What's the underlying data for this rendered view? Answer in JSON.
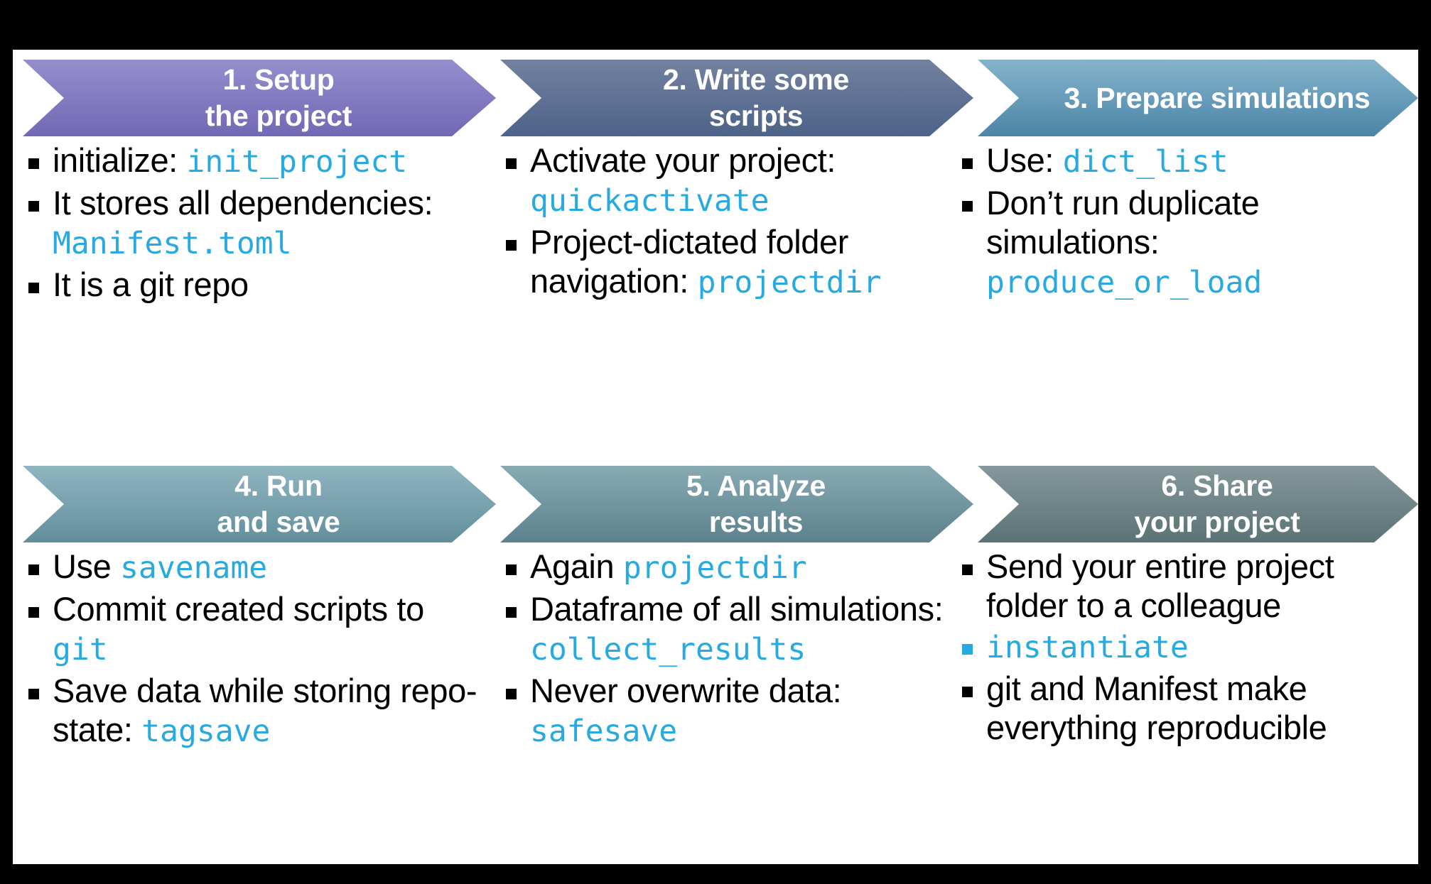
{
  "theme": {
    "code_color": "#27aae1",
    "text_color": "#000000",
    "header_text_color": "#ffffff",
    "canvas_color": "#ffffff",
    "letterbox_color": "#000000"
  },
  "rows": [
    {
      "steps": [
        {
          "title": "1. Setup\nthe project",
          "gradient_from": "#948ecd",
          "gradient_to": "#7268b4",
          "bullets": [
            {
              "marker": "square",
              "marker_accent": false,
              "parts": [
                {
                  "text": "initialize: ",
                  "type": "plain"
                },
                {
                  "text": "init_project",
                  "type": "code"
                }
              ]
            },
            {
              "marker": "square",
              "marker_accent": false,
              "parts": [
                {
                  "text": "It stores all dependencies: ",
                  "type": "plain"
                },
                {
                  "text": "Manifest.toml",
                  "type": "code"
                }
              ]
            },
            {
              "marker": "square",
              "marker_accent": false,
              "parts": [
                {
                  "text": "It is a git repo",
                  "type": "plain"
                }
              ]
            }
          ]
        },
        {
          "title": "2. Write some\nscripts",
          "gradient_from": "#72819f",
          "gradient_to": "#4d6389",
          "bullets": [
            {
              "marker": "square",
              "marker_accent": false,
              "parts": [
                {
                  "text": "Activate your project: ",
                  "type": "plain"
                },
                {
                  "text": "quickactivate",
                  "type": "code"
                }
              ]
            },
            {
              "marker": "square",
              "marker_accent": false,
              "parts": [
                {
                  "text": "Project-dictated folder navigation: ",
                  "type": "plain"
                },
                {
                  "text": "projectdir",
                  "type": "code"
                }
              ]
            }
          ]
        },
        {
          "title": "3. Prepare simulations",
          "gradient_from": "#84b4cb",
          "gradient_to": "#4c85a7",
          "bullets": [
            {
              "marker": "square",
              "marker_accent": false,
              "parts": [
                {
                  "text": "Use: ",
                  "type": "plain"
                },
                {
                  "text": "dict_list",
                  "type": "code"
                }
              ]
            },
            {
              "marker": "square",
              "marker_accent": false,
              "parts": [
                {
                  "text": "Don’t run duplicate simulations: ",
                  "type": "plain"
                },
                {
                  "text": "produce_or_load",
                  "type": "code"
                }
              ]
            }
          ]
        }
      ]
    },
    {
      "steps": [
        {
          "title": "4. Run\nand save",
          "gradient_from": "#8fb5c0",
          "gradient_to": "#628f9c",
          "bullets": [
            {
              "marker": "square",
              "marker_accent": false,
              "parts": [
                {
                  "text": "Use ",
                  "type": "plain"
                },
                {
                  "text": "savename",
                  "type": "code"
                }
              ]
            },
            {
              "marker": "square",
              "marker_accent": false,
              "parts": [
                {
                  "text": "Commit created scripts to ",
                  "type": "plain"
                },
                {
                  "text": "git",
                  "type": "code"
                }
              ]
            },
            {
              "marker": "square",
              "marker_accent": false,
              "parts": [
                {
                  "text": "Save data while storing repo-state: ",
                  "type": "plain"
                },
                {
                  "text": "tagsave",
                  "type": "code"
                }
              ]
            }
          ]
        },
        {
          "title": "5. Analyze\nresults",
          "gradient_from": "#87aab3",
          "gradient_to": "#5d828d",
          "bullets": [
            {
              "marker": "square",
              "marker_accent": false,
              "parts": [
                {
                  "text": "Again ",
                  "type": "plain"
                },
                {
                  "text": "projectdir",
                  "type": "code"
                }
              ]
            },
            {
              "marker": "square",
              "marker_accent": false,
              "parts": [
                {
                  "text": "Dataframe of all simulations: ",
                  "type": "plain"
                },
                {
                  "text": "collect_results",
                  "type": "code"
                }
              ]
            },
            {
              "marker": "square",
              "marker_accent": false,
              "parts": [
                {
                  "text": "Never overwrite data: ",
                  "type": "plain"
                },
                {
                  "text": "safesave",
                  "type": "code"
                }
              ]
            }
          ]
        },
        {
          "title": "6. Share\nyour project",
          "gradient_from": "#85989b",
          "gradient_to": "#5b7376",
          "bullets": [
            {
              "marker": "square",
              "marker_accent": false,
              "parts": [
                {
                  "text": "Send your entire project folder to a colleague",
                  "type": "plain"
                }
              ]
            },
            {
              "marker": "square",
              "marker_accent": true,
              "parts": [
                {
                  "text": "instantiate",
                  "type": "code"
                }
              ]
            },
            {
              "marker": "square",
              "marker_accent": false,
              "parts": [
                {
                  "text": "git and Manifest make everything reproducible",
                  "type": "plain"
                }
              ]
            }
          ]
        }
      ]
    }
  ]
}
